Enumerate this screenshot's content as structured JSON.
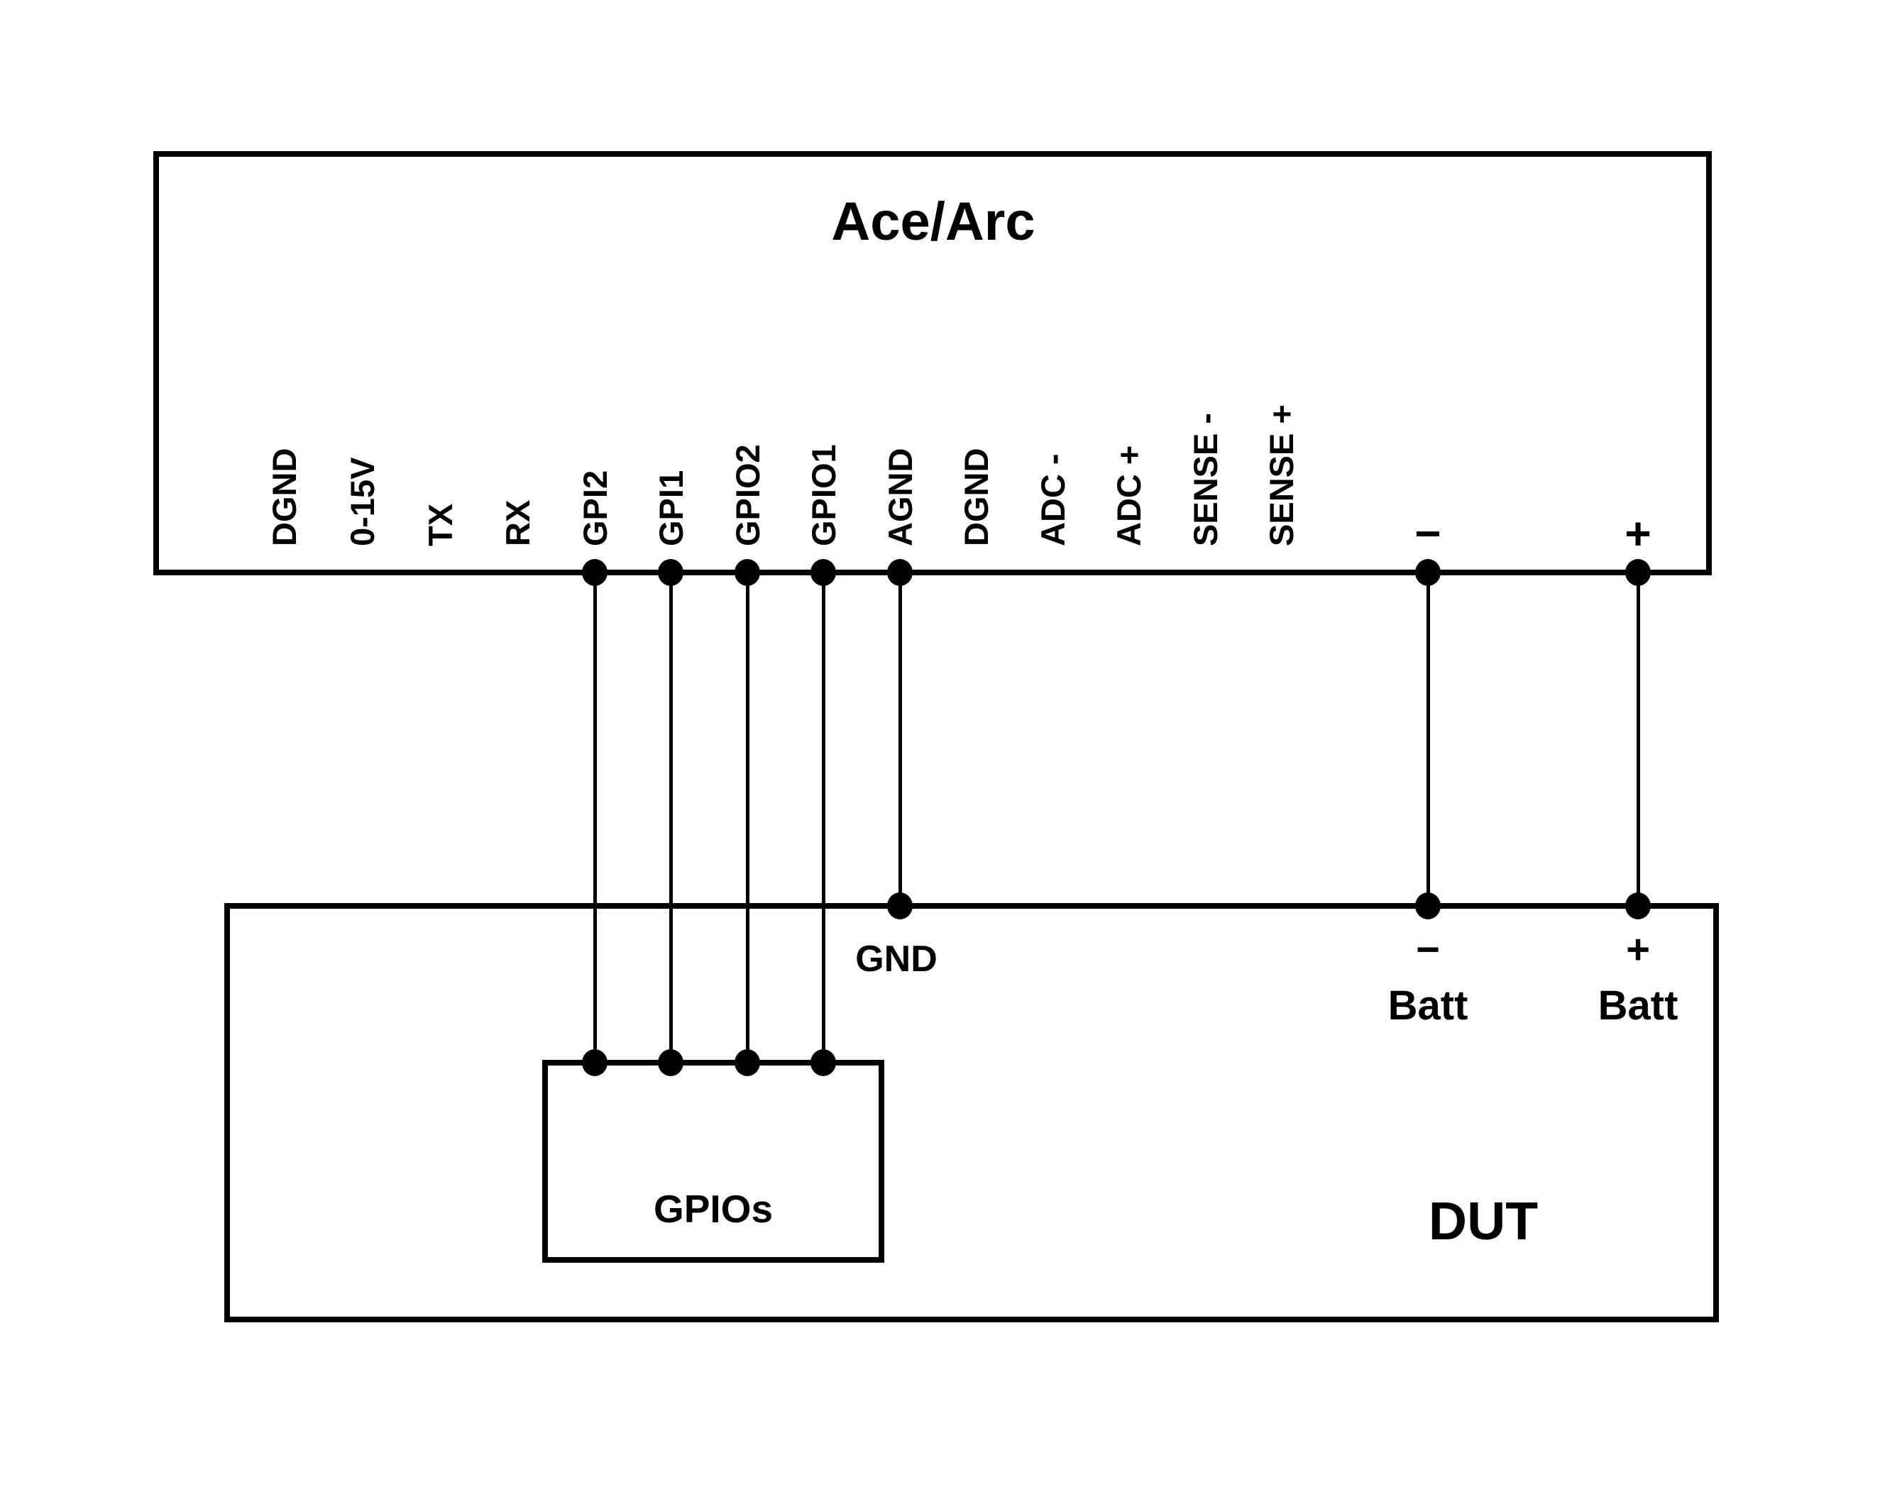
{
  "colors": {
    "background": "#ffffff",
    "ink": "#000000"
  },
  "ace_arc": {
    "title": "Ace/Arc",
    "pins": [
      {
        "label": "DGND",
        "connected": false,
        "target": null
      },
      {
        "label": "0-15V",
        "connected": false,
        "target": null
      },
      {
        "label": "TX",
        "connected": false,
        "target": null
      },
      {
        "label": "RX",
        "connected": false,
        "target": null
      },
      {
        "label": "GPI2",
        "connected": true,
        "target": "gpios"
      },
      {
        "label": "GPI1",
        "connected": true,
        "target": "gpios"
      },
      {
        "label": "GPIO2",
        "connected": true,
        "target": "gpios"
      },
      {
        "label": "GPIO1",
        "connected": true,
        "target": "gpios"
      },
      {
        "label": "AGND",
        "connected": true,
        "target": "dut-gnd"
      },
      {
        "label": "DGND",
        "connected": false,
        "target": null
      },
      {
        "label": "ADC -",
        "connected": false,
        "target": null
      },
      {
        "label": "ADC +",
        "connected": false,
        "target": null
      },
      {
        "label": "SENSE -",
        "connected": false,
        "target": null
      },
      {
        "label": "SENSE +",
        "connected": false,
        "target": null
      }
    ],
    "battery_pins": [
      {
        "label": "−",
        "connected": true,
        "target": "dut-batt-minus"
      },
      {
        "label": "+",
        "connected": true,
        "target": "dut-batt-plus"
      }
    ]
  },
  "dut": {
    "title": "DUT",
    "gnd_label": "GND",
    "gpios_label": "GPIOs",
    "batt_minus": {
      "sign": "−",
      "label": "Batt"
    },
    "batt_plus": {
      "sign": "+",
      "label": "Batt"
    }
  }
}
